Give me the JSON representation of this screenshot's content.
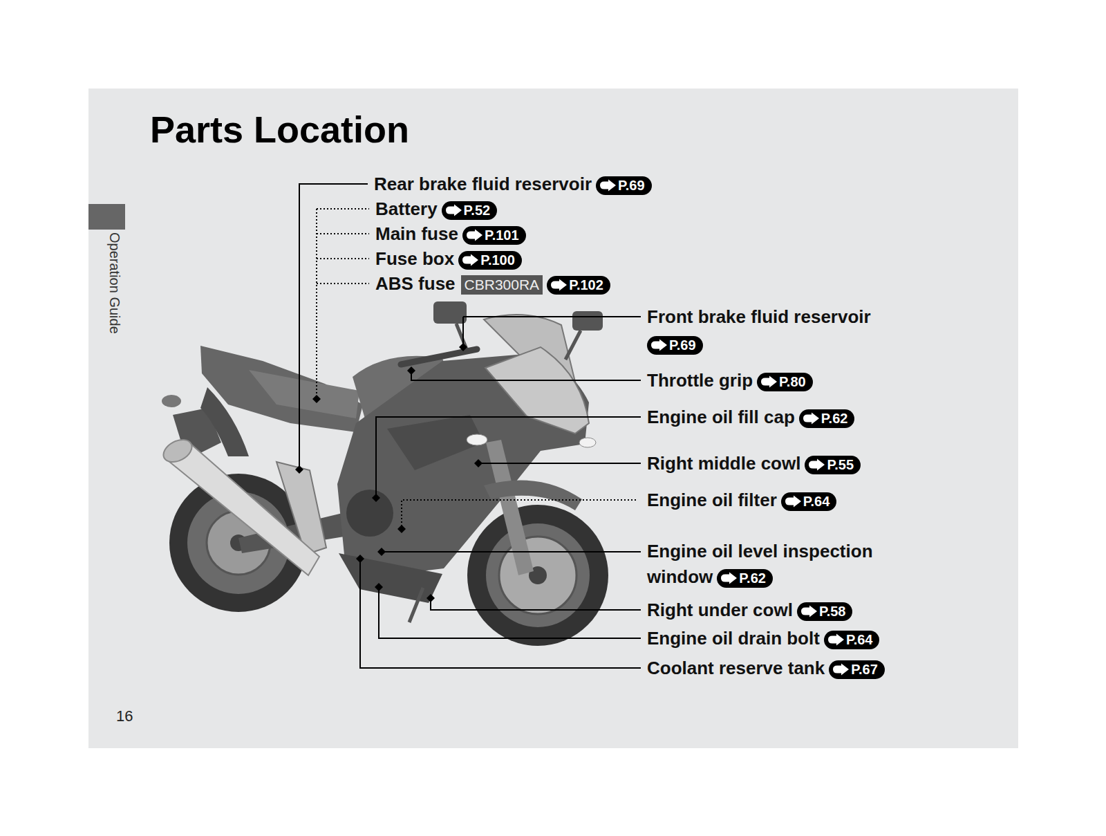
{
  "diagram": {
    "title": "Parts Location",
    "labels": [
      "Rear brake fluid reservoir",
      "P.69",
      "Battery",
      "P.52",
      "Main fuse",
      "P.101",
      "Fuse box",
      "P.100",
      "ABS fuse",
      "CBR300RA",
      "P.102",
      "Front brake fluid reservoir",
      "P.69",
      "Throttle grip",
      "P.80",
      "Engine oil fill cap",
      "P.62",
      "Right middle cowl",
      "P.55",
      "Engine oil filter",
      "P.64",
      "Engine oil level inspection window",
      "P.62",
      "Right under cowl",
      "P.58",
      "Engine oil drain bolt",
      "P.64",
      "Coolant reserve tank",
      "P.67",
      "Operation Guide",
      "16"
    ]
  }
}
